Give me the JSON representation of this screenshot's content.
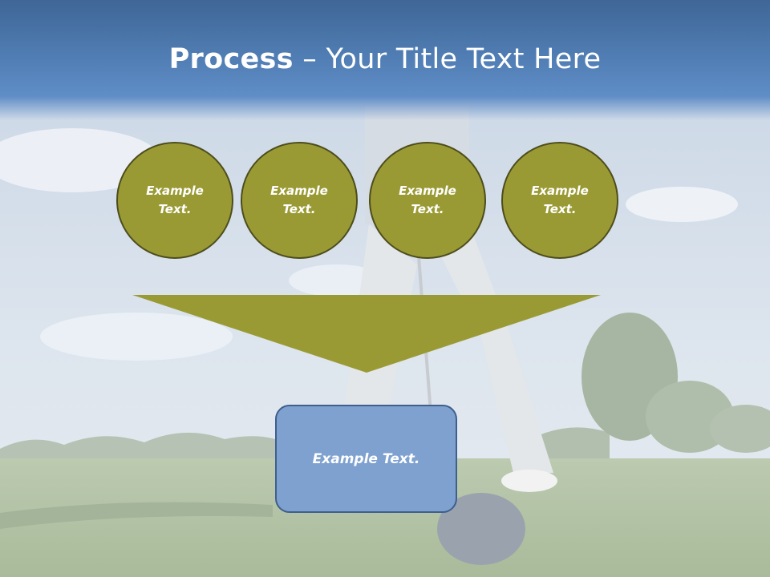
{
  "slide": {
    "title_bold": "Process",
    "title_rest": " – Your Title Text Here"
  },
  "steps": [
    {
      "label": "Example Text."
    },
    {
      "label": "Example Text."
    },
    {
      "label": "Example Text."
    },
    {
      "label": "Example Text."
    }
  ],
  "result": {
    "label": "Example Text."
  },
  "colors": {
    "header_blue": "#4f7cb2",
    "circle_olive": "#9a9a35",
    "circle_border": "#4d4d1c",
    "box_blue": "#7ea1d0",
    "box_border": "#3f5f8d"
  }
}
